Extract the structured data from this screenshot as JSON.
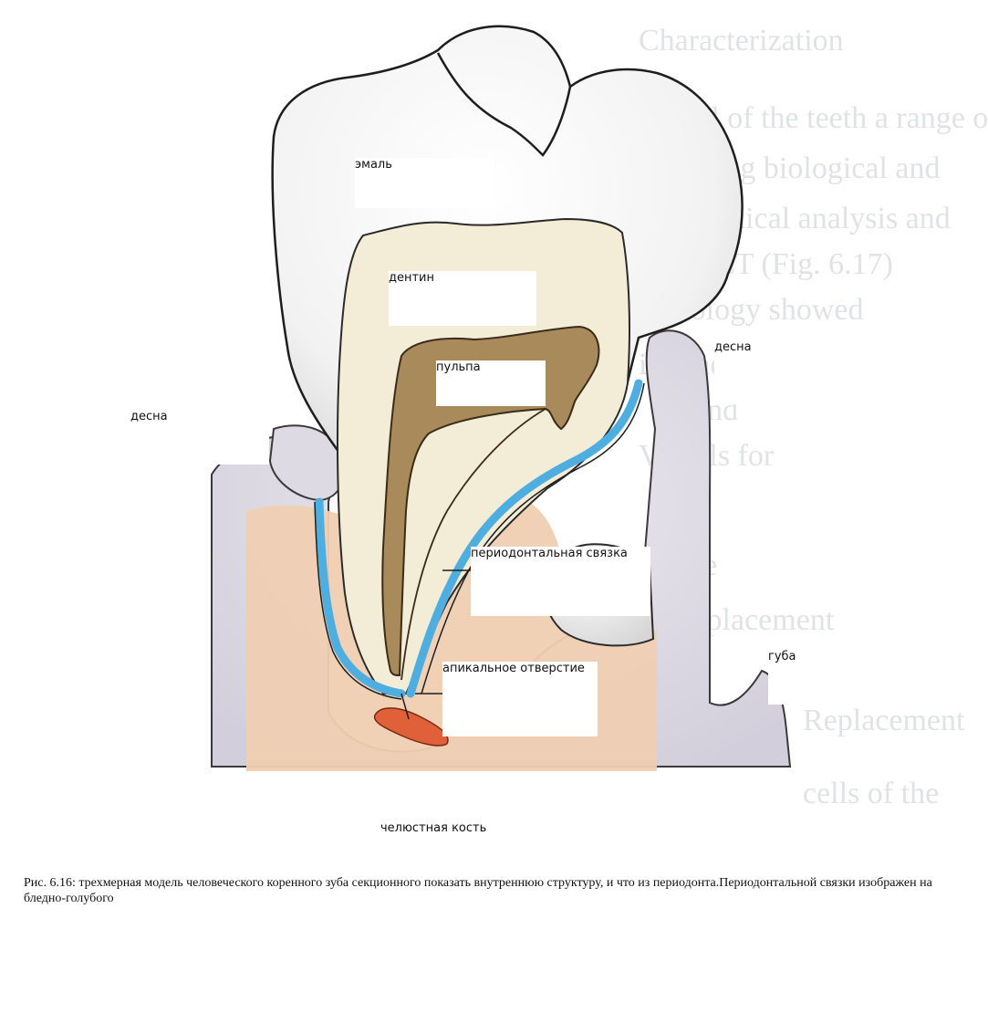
{
  "labels": {
    "enamel": "эмаль",
    "dentin": "дентин",
    "pulp": "пульпа",
    "gum_left": "десна",
    "gum_right": "десна",
    "periodontal_ligament": "периодонтальная связка",
    "apical_foramen": "апикальное отверстие",
    "lip": "губа",
    "jaw_bone": "челюстная кость"
  },
  "caption": "Рис. 6.16: трехмерная модель человеческого коренного зуба секционного показать внутреннюю структуру, и что из периодонта.Периодонтальной связки изображен на бледно-голубого",
  "colors": {
    "enamel": "#f3f3f3",
    "dentin": "#f3ecd6",
    "pulp": "#a88a5b",
    "ligament": "#4faee0",
    "gum": "#dcd8e2",
    "bone": "#efcfb2",
    "vessel": "#e0603a"
  }
}
